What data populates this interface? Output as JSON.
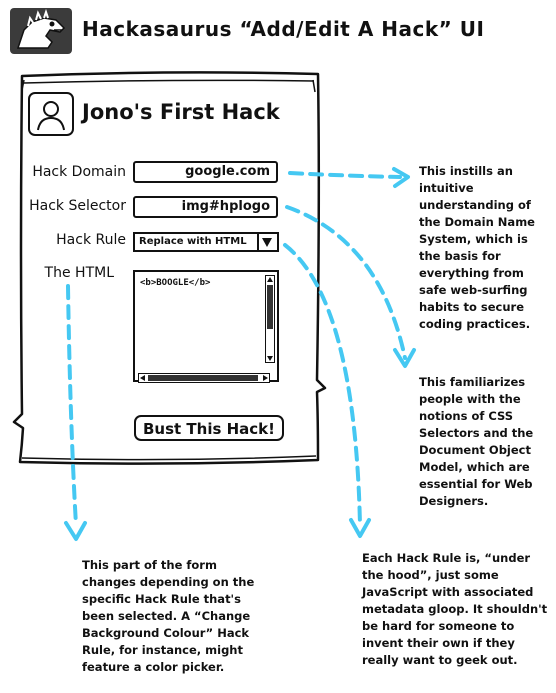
{
  "header": {
    "title": "Hackasaurus “Add/Edit A Hack” UI",
    "logo_icon": "dinosaur-logo-icon"
  },
  "form": {
    "hack_title": "Jono's First Hack",
    "avatar_icon": "user-avatar-icon",
    "labels": {
      "domain": "Hack Domain",
      "selector": "Hack Selector",
      "rule": "Hack Rule",
      "html": "The HTML"
    },
    "domain_value": "google.com",
    "selector_value": "img#hplogo",
    "rule_value": "Replace with HTML",
    "html_value": "<b>BOOGLE</b>",
    "submit_label": "Bust This Hack!"
  },
  "annotations": {
    "domain": "This instills an\nintuitive\nunderstanding of\nthe Domain Name\nSystem, which is\nthe basis for\neverything from\nsafe web-surfing\nhabits to secure\ncoding practices.",
    "selector": "This familiarizes\npeople with the\nnotions of CSS\nSelectors and the\nDocument Object\nModel, which are\nessential for Web\nDesigners.",
    "rule": "Each Hack Rule is, “under\nthe hood”, just some\nJavaScript with associated\nmetadata gloop. It shouldn't\nbe hard for someone to\ninvent their own if they\nreally want to geek out.",
    "html": "This part of the form\nchanges depending on the\nspecific Hack Rule that's\nbeen selected. A “Change\nBackground Colour” Hack\nRule, for instance, might\nfeature a color picker."
  },
  "colors": {
    "arrow": "#45c8f2",
    "ink": "#111111",
    "logo_bg": "#3b3b3b"
  }
}
